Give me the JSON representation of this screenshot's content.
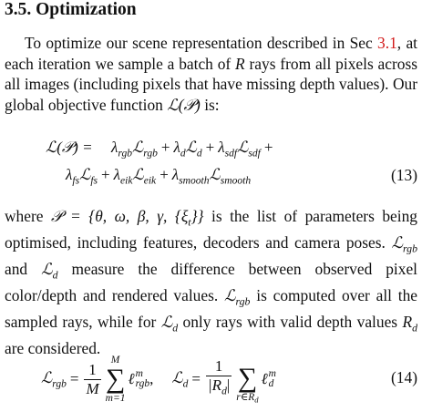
{
  "section": {
    "number": "3.5.",
    "title": "Optimization"
  },
  "paragraph1": {
    "t1": "To optimize our scene representation described in Sec ",
    "ref": "3.1",
    "t2": ", at each iteration we sample a batch of ",
    "var_R": "R",
    "t3": " rays from all pixels across all images (including pixels that have missing depth values). Our global objective function ",
    "func": "ℒ(𝒫)",
    "t4": " is:"
  },
  "equation13": {
    "lhs": "ℒ(𝒫) =",
    "line1_terms": [
      {
        "lambda": "λ",
        "lsub": "rgb",
        "loss": "ℒ",
        "sub": "rgb",
        "op": "+"
      },
      {
        "lambda": "λ",
        "lsub": "d",
        "loss": "ℒ",
        "sub": "d",
        "op": "+"
      },
      {
        "lambda": "λ",
        "lsub": "sdf",
        "loss": "ℒ",
        "sub": "sdf",
        "op": "+"
      }
    ],
    "line2_terms": [
      {
        "lambda": "λ",
        "lsub": "fs",
        "loss": "ℒ",
        "sub": "fs",
        "op": "+"
      },
      {
        "lambda": "λ",
        "lsub": "eik",
        "loss": "ℒ",
        "sub": "eik",
        "op": "+"
      },
      {
        "lambda": "λ",
        "lsub": "smooth",
        "loss": "ℒ",
        "sub": "smooth",
        "op": ""
      }
    ],
    "number": "(13)"
  },
  "paragraph2": {
    "t1": "where ",
    "params": "𝒫 = {θ, ω, β, γ, {ξ",
    "params_sub": "t",
    "params_end": "}}",
    "t2": " is the list of parameters being optimised, including features, decoders and camera poses. ",
    "L": "ℒ",
    "sub_rgb": "rgb",
    "t3": " and ",
    "sub_d": "d",
    "t4": " measure the difference between observed pixel color/depth and rendered values. ",
    "t5": " is computed over all the sampled rays, while for ",
    "t6": " only rays with valid depth values ",
    "R": "R",
    "t7": " are considered."
  },
  "equation14": {
    "lhs1": "ℒ",
    "lhs1_sub": "rgb",
    "eq": "=",
    "frac1_num": "1",
    "frac1_den": "M",
    "sum1_upper": "M",
    "sum1_lower": "m=1",
    "sum_symbol": "∑",
    "term1": "ℓ",
    "term1_sup": "m",
    "term1_sub": "rgb",
    "comma": ",",
    "lhs2": "ℒ",
    "lhs2_sub": "d",
    "frac2_num": "1",
    "frac2_den": "|R",
    "frac2_den_sub": "d",
    "frac2_den_end": "|",
    "sum2_lower": "r∈R",
    "sum2_lower_sub": "d",
    "term2": "ℓ",
    "term2_sup": "m",
    "term2_sub": "d",
    "number": "(14)"
  }
}
